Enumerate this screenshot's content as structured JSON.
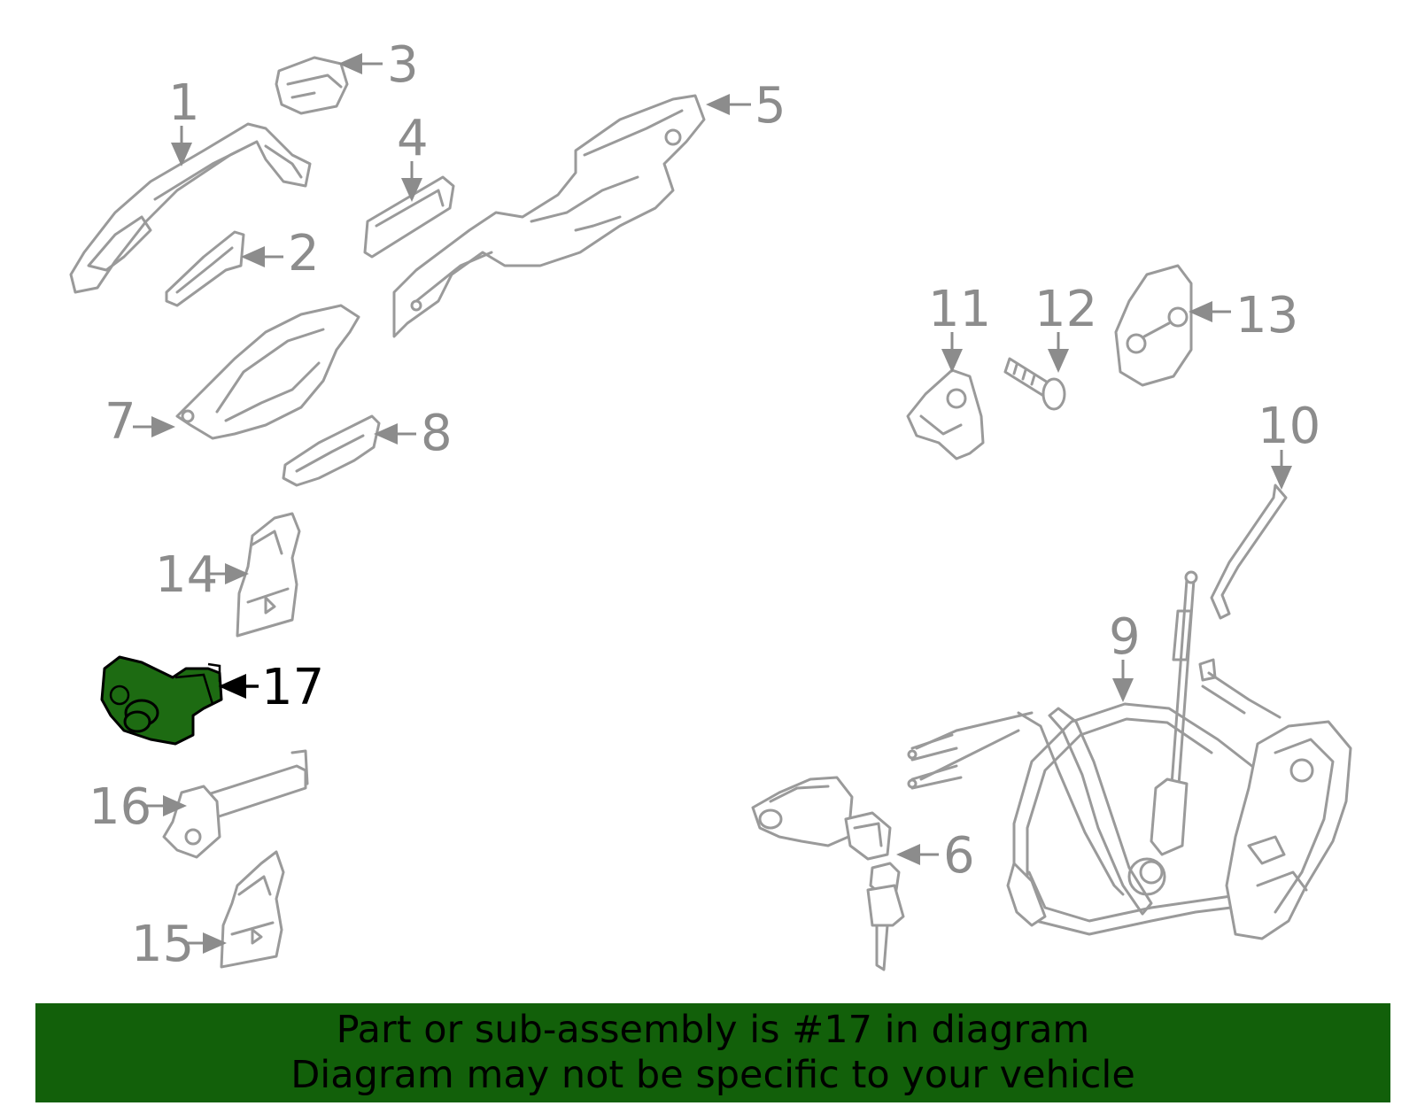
{
  "callouts": [
    "1",
    "2",
    "3",
    "4",
    "5",
    "6",
    "7",
    "8",
    "9",
    "10",
    "11",
    "12",
    "13",
    "14",
    "15",
    "16",
    "17"
  ],
  "highlighted_part": "17",
  "colors": {
    "highlight_fill": "#1d6b12",
    "banner_background": "#12600a",
    "line_gray": "#9a9a9a",
    "label_gray": "#8c8c8c"
  },
  "banner": {
    "line1": "Part or sub-assembly is #17 in diagram",
    "line2": "Diagram may not be specific to your vehicle"
  }
}
